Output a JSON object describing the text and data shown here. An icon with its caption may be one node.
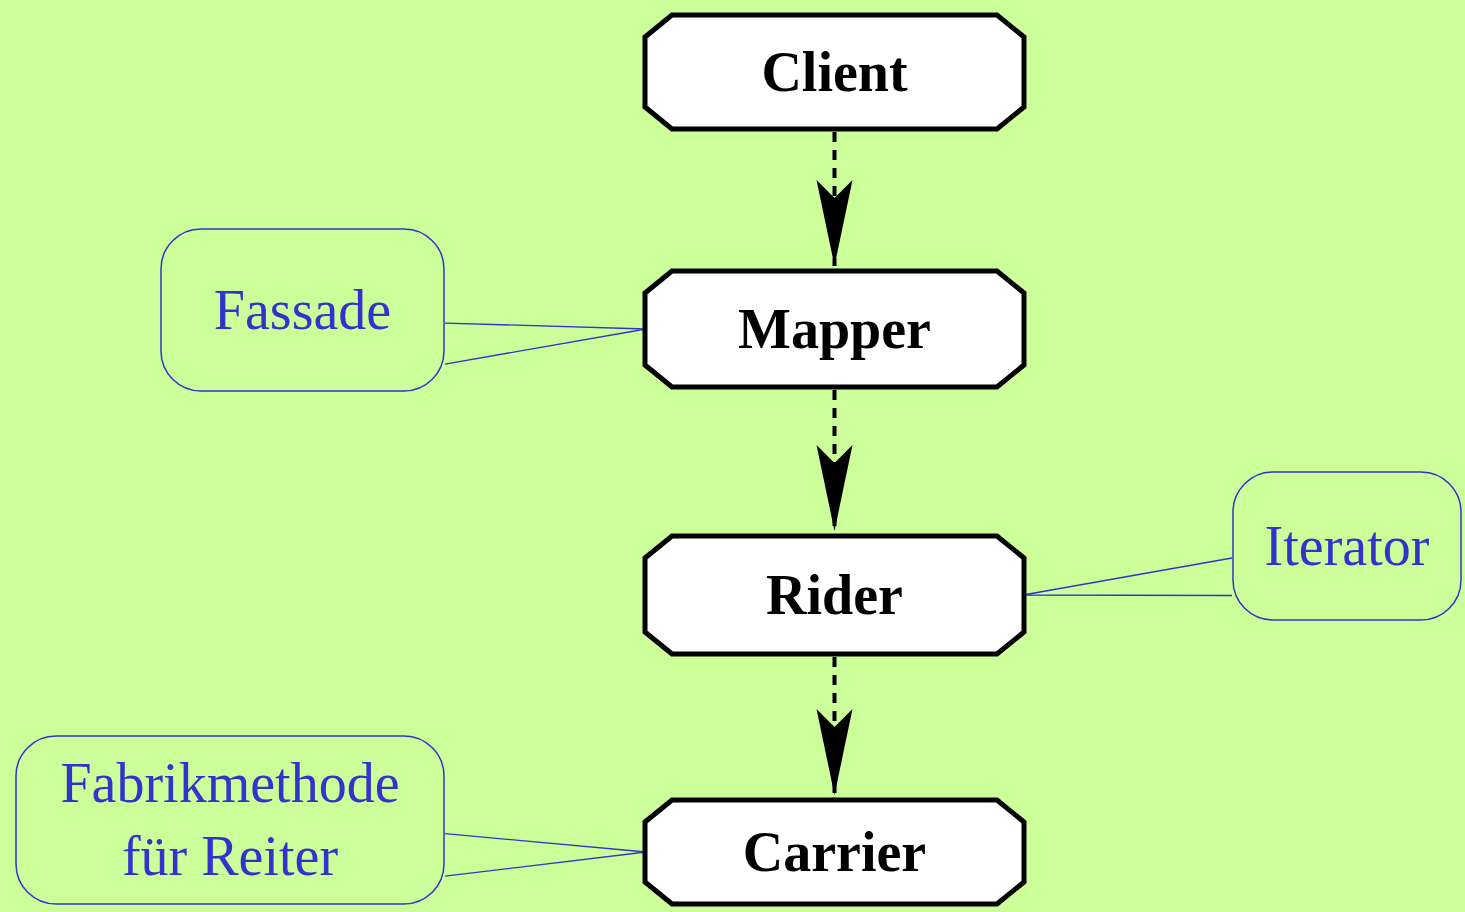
{
  "diagram": {
    "nodes": [
      {
        "text": [
          "Client"
        ]
      },
      {
        "text": [
          "Mapper"
        ]
      },
      {
        "text": [
          "Rider"
        ]
      },
      {
        "text": [
          "Carrier"
        ]
      },
      {
        "text": [
          "Fassade"
        ]
      },
      {
        "text": [
          "Iterator"
        ]
      },
      {
        "text": [
          "Fabrikmethode für Reiter"
        ]
      }
    ],
    "edges": [
      {
        "from": 0,
        "to": 1,
        "arrow": "to",
        "style": "dashed"
      },
      {
        "from": 1,
        "to": 2,
        "arrow": "to",
        "style": "dashed"
      },
      {
        "from": 2,
        "to": 3,
        "arrow": "to",
        "style": "dashed"
      },
      {
        "from": 4,
        "to": 1,
        "arrow": "none",
        "color": "#3333cc"
      },
      {
        "from": 5,
        "to": 2,
        "arrow": "none",
        "color": "#3333cc"
      },
      {
        "from": 6,
        "to": 3,
        "arrow": "none",
        "color": "#3333cc"
      }
    ]
  }
}
